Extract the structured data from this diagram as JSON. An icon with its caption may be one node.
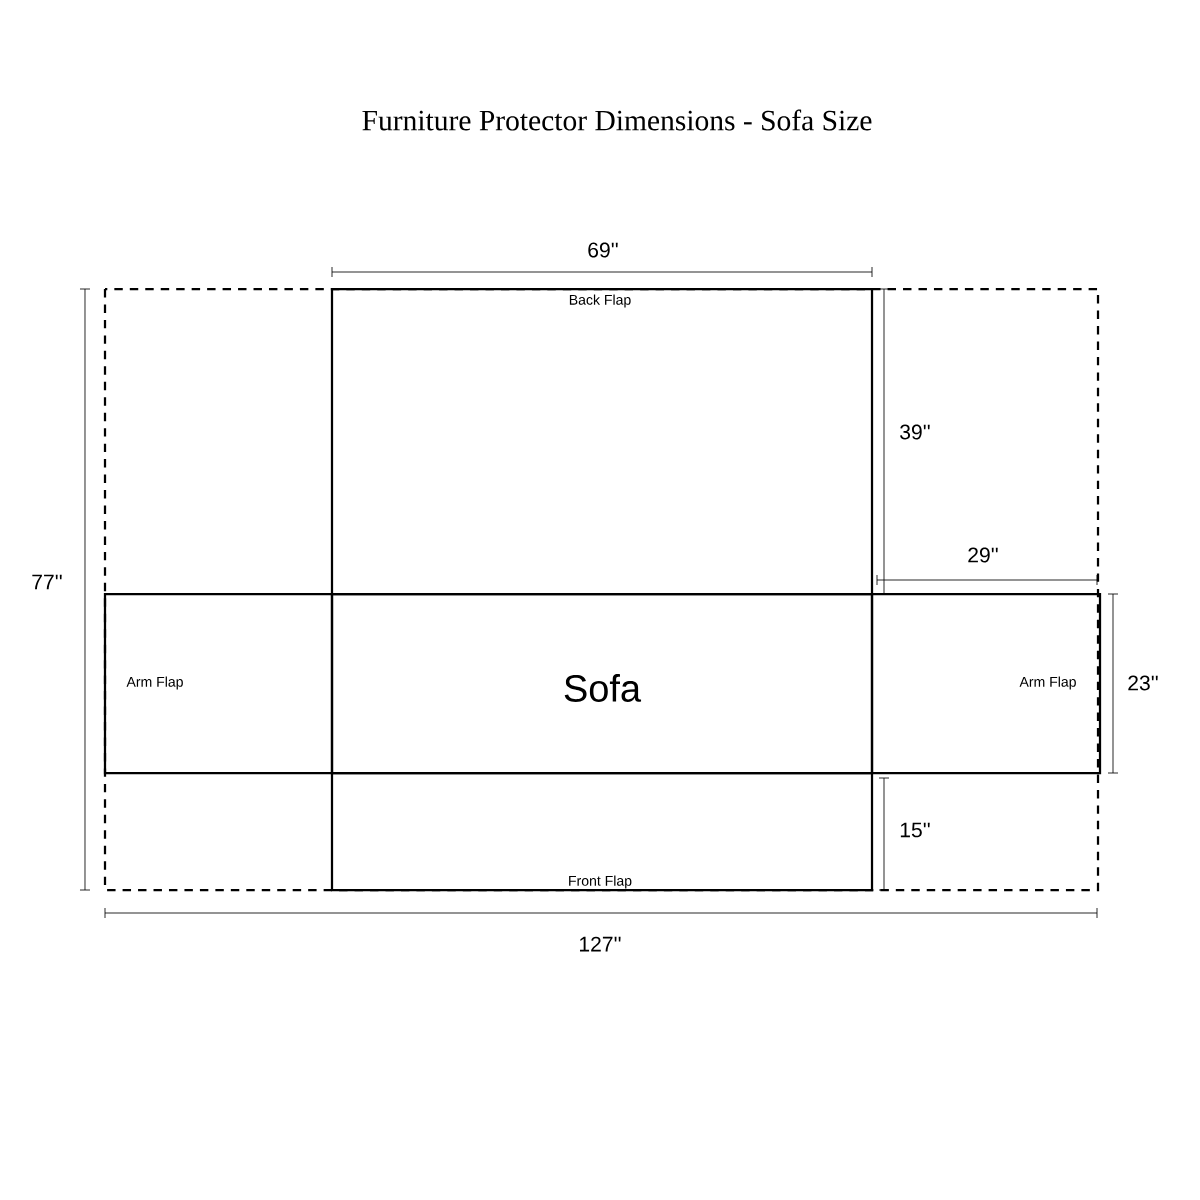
{
  "diagram": {
    "title": "Furniture Protector Dimensions - Sofa Size",
    "nodes": [
      {
        "text": [
          "Back Flap"
        ]
      },
      {
        "text": [
          "Arm Flap"
        ]
      },
      {
        "text": [
          "Sofa"
        ]
      },
      {
        "text": [
          "Arm Flap"
        ]
      },
      {
        "text": [
          "Front Flap"
        ]
      }
    ],
    "labels": [
      "69''",
      "39''",
      "77''",
      "29''",
      "23''",
      "15''",
      "127''"
    ]
  }
}
